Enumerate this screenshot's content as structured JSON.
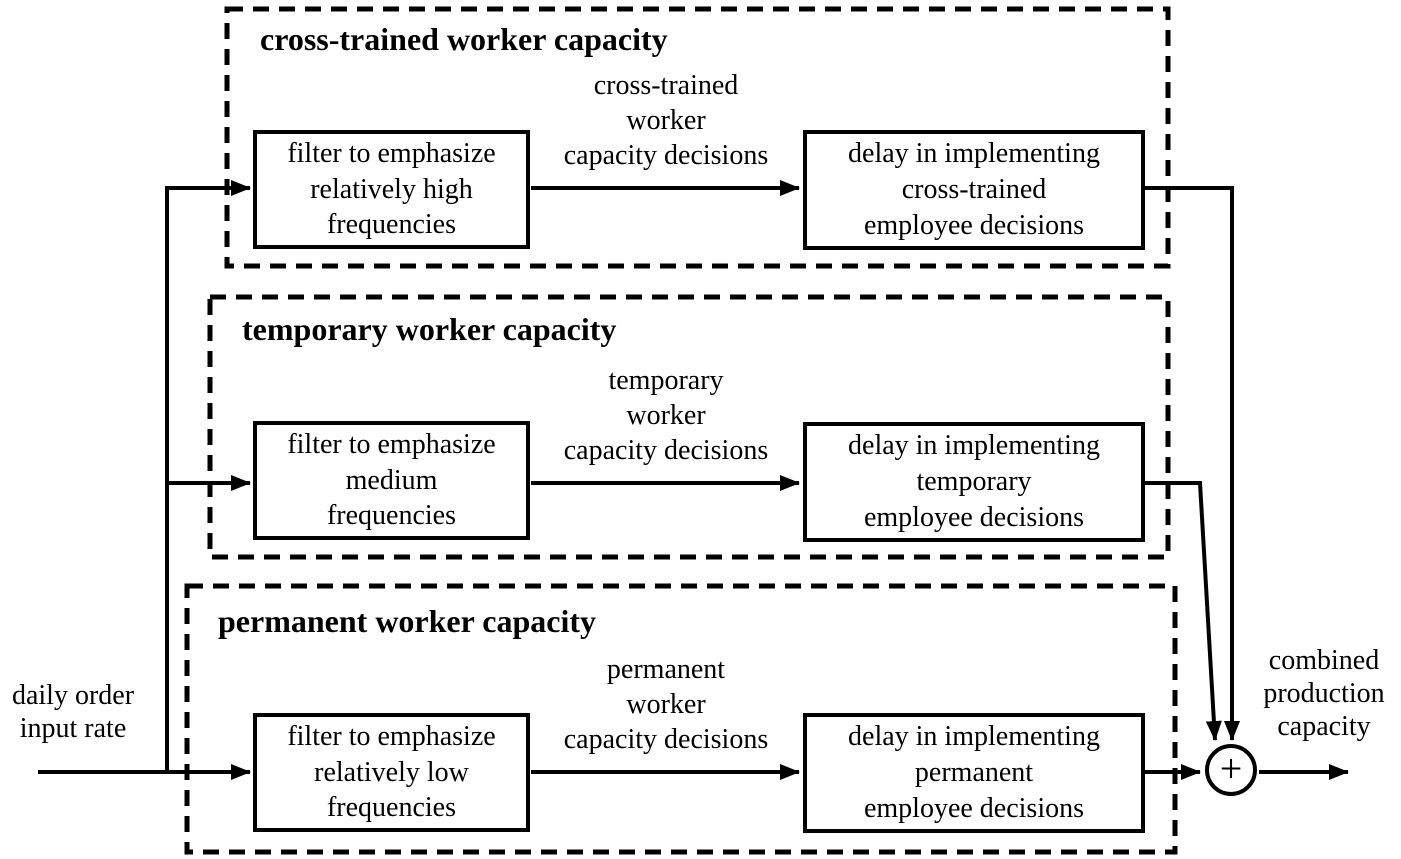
{
  "diagram": {
    "input_label": "daily order\ninput rate",
    "output_label": "combined\nproduction\ncapacity",
    "sum_operator": "+"
  },
  "groups": [
    {
      "title": "cross-trained worker capacity",
      "filter_label": "filter to emphasize\nrelatively high\nfrequencies",
      "signal_label": "cross-trained\nworker\ncapacity decisions",
      "delay_label": "delay in implementing\ncross-trained\nemployee decisions"
    },
    {
      "title": "temporary worker capacity",
      "filter_label": "filter to emphasize\nmedium\nfrequencies",
      "signal_label": "temporary\nworker\ncapacity decisions",
      "delay_label": "delay in implementing\ntemporary\nemployee decisions"
    },
    {
      "title": "permanent worker capacity",
      "filter_label": "filter to emphasize\nrelatively low\nfrequencies",
      "signal_label": "permanent\nworker\ncapacity decisions",
      "delay_label": "delay in implementing\npermanent\nemployee decisions"
    }
  ],
  "colors": {
    "ink": "#000000",
    "background": "#ffffff"
  }
}
